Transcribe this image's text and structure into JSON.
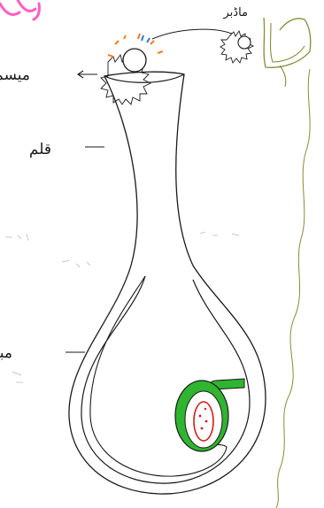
{
  "labels": {
    "stigma": "میسم",
    "style": "قلم",
    "ovary": "مبیض",
    "pollen": "ماڈبر"
  },
  "colors": {
    "ink": "#1a1a1a",
    "pink_mark": "#ff5fbf",
    "ovule_fill": "#2fb52f",
    "embryo_sac": "#d21a1a",
    "stem": "#8a8a3a",
    "stigma_orange": "#ff7a1a",
    "stigma_blue": "#2a7ad8"
  }
}
